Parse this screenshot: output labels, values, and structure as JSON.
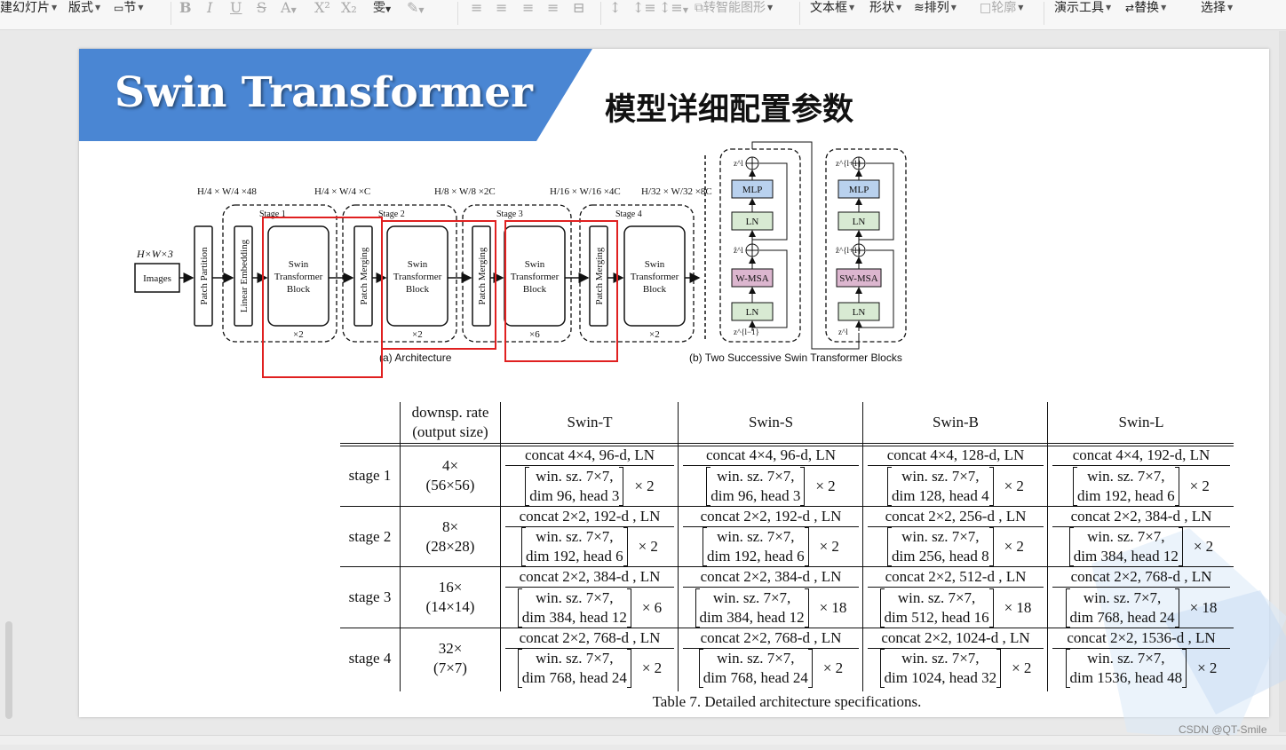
{
  "toolbar": {
    "items": [
      "建幻灯片",
      "版式",
      "节",
      "转智能图形",
      "文本框",
      "形状",
      "排列",
      "轮廓",
      "演示工具",
      "替换",
      "选择"
    ]
  },
  "slide": {
    "title": "Swin Transformer",
    "subtitle": "模型详细配置参数",
    "banner_color": "#4a86d3"
  },
  "figure": {
    "input_dims": "H×W×3",
    "images_label": "Images",
    "patch_partition": "Patch Partition",
    "linear_embedding": "Linear Embedding",
    "patch_merging": "Patch Merging",
    "stb_lines": [
      "Swin",
      "Transformer",
      "Block"
    ],
    "stages": [
      "Stage 1",
      "Stage 2",
      "Stage 3",
      "Stage 4"
    ],
    "dims": [
      "H/4 × W/4 ×48",
      "H/4 × W/4 ×C",
      "H/8 × W/8 ×2C",
      "H/16 × W/16 ×4C",
      "H/32 × W/32 ×8C"
    ],
    "repeats": [
      "×2",
      "×2",
      "×6",
      "×2"
    ],
    "caption_a": "(a) Architecture",
    "caption_b": "(b) Two Successive Swin Transformer Blocks",
    "block_mlp": "MLP",
    "block_ln": "LN",
    "block_wmsa": "W-MSA",
    "block_swmsa": "SW-MSA",
    "z_labels": [
      "z^l",
      "ẑ^l",
      "z^{l−1}",
      "z^{l+1}",
      "ẑ^{l+1}",
      "z^l"
    ],
    "highlight_color": "#e02020"
  },
  "table": {
    "header_col0": "",
    "header_col1": [
      "downsp. rate",
      "(output size)"
    ],
    "models": [
      "Swin-T",
      "Swin-S",
      "Swin-B",
      "Swin-L"
    ],
    "rows": [
      {
        "stage": "stage 1",
        "rate": "4×",
        "size": "(56×56)",
        "concat": [
          "concat 4×4, 96-d, LN",
          "concat 4×4, 96-d, LN",
          "concat 4×4, 128-d, LN",
          "concat 4×4, 192-d, LN"
        ],
        "win": [
          "win. sz. 7×7,",
          "win. sz. 7×7,",
          "win. sz. 7×7,",
          "win. sz. 7×7,"
        ],
        "dim": [
          "dim 96, head 3",
          "dim 96, head 3",
          "dim 128, head 4",
          "dim 192, head 6"
        ],
        "rep": [
          "× 2",
          "× 2",
          "× 2",
          "× 2"
        ]
      },
      {
        "stage": "stage 2",
        "rate": "8×",
        "size": "(28×28)",
        "concat": [
          "concat 2×2, 192-d , LN",
          "concat 2×2, 192-d , LN",
          "concat 2×2, 256-d , LN",
          "concat 2×2, 384-d , LN"
        ],
        "win": [
          "win. sz. 7×7,",
          "win. sz. 7×7,",
          "win. sz. 7×7,",
          "win. sz. 7×7,"
        ],
        "dim": [
          "dim 192, head 6",
          "dim 192, head 6",
          "dim 256, head 8",
          "dim 384, head 12"
        ],
        "rep": [
          "× 2",
          "× 2",
          "× 2",
          "× 2"
        ]
      },
      {
        "stage": "stage 3",
        "rate": "16×",
        "size": "(14×14)",
        "concat": [
          "concat 2×2, 384-d , LN",
          "concat 2×2, 384-d , LN",
          "concat 2×2, 512-d , LN",
          "concat 2×2, 768-d , LN"
        ],
        "win": [
          "win. sz. 7×7,",
          "win. sz. 7×7,",
          "win. sz. 7×7,",
          "win. sz. 7×7,"
        ],
        "dim": [
          "dim 384, head 12",
          "dim 384, head 12",
          "dim 512, head 16",
          "dim 768, head 24"
        ],
        "rep": [
          "× 6",
          "× 18",
          "× 18",
          "× 18"
        ]
      },
      {
        "stage": "stage 4",
        "rate": "32×",
        "size": "(7×7)",
        "concat": [
          "concat 2×2, 768-d , LN",
          "concat 2×2, 768-d , LN",
          "concat 2×2, 1024-d , LN",
          "concat 2×2, 1536-d , LN"
        ],
        "win": [
          "win. sz. 7×7,",
          "win. sz. 7×7,",
          "win. sz. 7×7,",
          "win. sz. 7×7,"
        ],
        "dim": [
          "dim 768, head 24",
          "dim 768, head 24",
          "dim 1024, head 32",
          "dim 1536, head 48"
        ],
        "rep": [
          "× 2",
          "× 2",
          "× 2",
          "× 2"
        ]
      }
    ],
    "caption": "Table 7. Detailed architecture specifications."
  },
  "watermark": "CSDN @QT-Smile"
}
